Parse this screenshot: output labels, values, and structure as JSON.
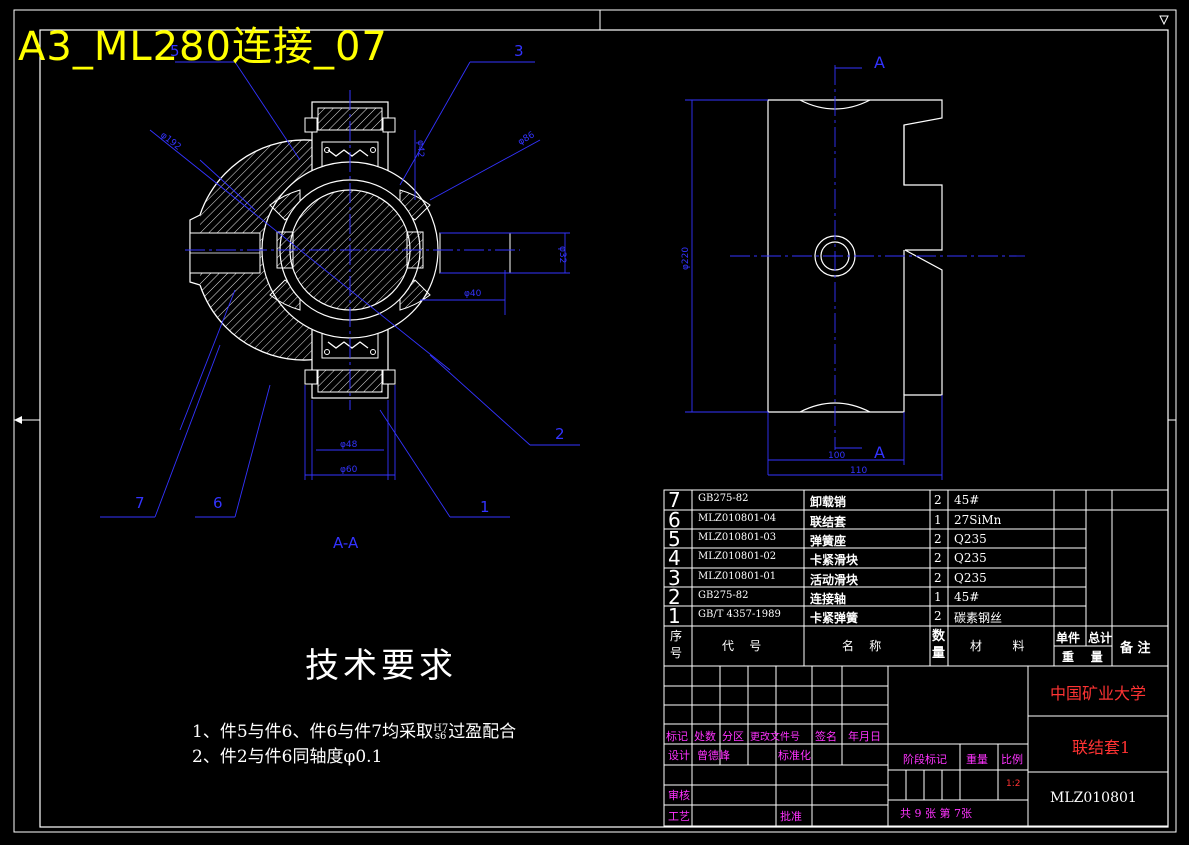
{
  "drawing": {
    "title": "A3_ML280连接_07",
    "section_label": "A-A",
    "section_mark": "A",
    "leaders": [
      "3",
      "2",
      "1",
      "7",
      "6",
      "5"
    ],
    "dims_front": {
      "d192": "φ192",
      "d86": "φ86",
      "d42": "φ42",
      "d32": "φ32",
      "d40": "φ40",
      "d48": "φ48",
      "d60": "φ60"
    },
    "dims_side": {
      "d220": "φ220",
      "w100": "100",
      "w110": "110"
    }
  },
  "tech": {
    "title": "技术要求",
    "line1_a": "1、件5与件6、件6与件7均采取",
    "fit_top": "H7",
    "fit_bottom": "s6",
    "line1_b": "过盈配合",
    "line2": "2、件2与件6同轴度φ0.1"
  },
  "bom": {
    "rows": [
      {
        "no": "7",
        "code": "GB275-82",
        "name": "卸载销",
        "qty": "2",
        "material": "45#"
      },
      {
        "no": "6",
        "code": "MLZ010801-04",
        "name": "联结套",
        "qty": "1",
        "material": "27SiMn"
      },
      {
        "no": "5",
        "code": "MLZ010801-03",
        "name": "弹簧座",
        "qty": "2",
        "material": "Q235"
      },
      {
        "no": "4",
        "code": "MLZ010801-02",
        "name": "卡紧滑块",
        "qty": "2",
        "material": "Q235"
      },
      {
        "no": "3",
        "code": "MLZ010801-01",
        "name": "活动滑块",
        "qty": "2",
        "material": "Q235"
      },
      {
        "no": "2",
        "code": "GB275-82",
        "name": "连接轴",
        "qty": "1",
        "material": "45#"
      },
      {
        "no": "1",
        "code": "GB/T 4357-1989",
        "name": "卡紧弹簧",
        "qty": "2",
        "material": "碳素钢丝"
      }
    ],
    "header": {
      "no_a": "序",
      "no_b": "号",
      "code": "代    号",
      "name": "名    称",
      "qty_a": "数",
      "qty_b": "量",
      "material": "材        料",
      "unit": "单件",
      "total": "总计",
      "weight": "重    量",
      "remark": "备 注"
    }
  },
  "titleblock": {
    "school": "中国矿业大学",
    "part_name": "联结套1",
    "drawing_no": "MLZ010801",
    "r_mark": "标记",
    "r_count": "处数",
    "r_zone": "分区",
    "r_doc": "更改文件号",
    "r_sign": "签名",
    "r_date": "年月日",
    "design": "设计",
    "design_name": "曾德峰",
    "standard": "标准化",
    "stage": "阶段标记",
    "weight": "重量",
    "scale": "比例",
    "scale_val": "1:2",
    "review": "审核",
    "process": "工艺",
    "approve": "批准",
    "sheets": "共 9 张 第 7张"
  }
}
